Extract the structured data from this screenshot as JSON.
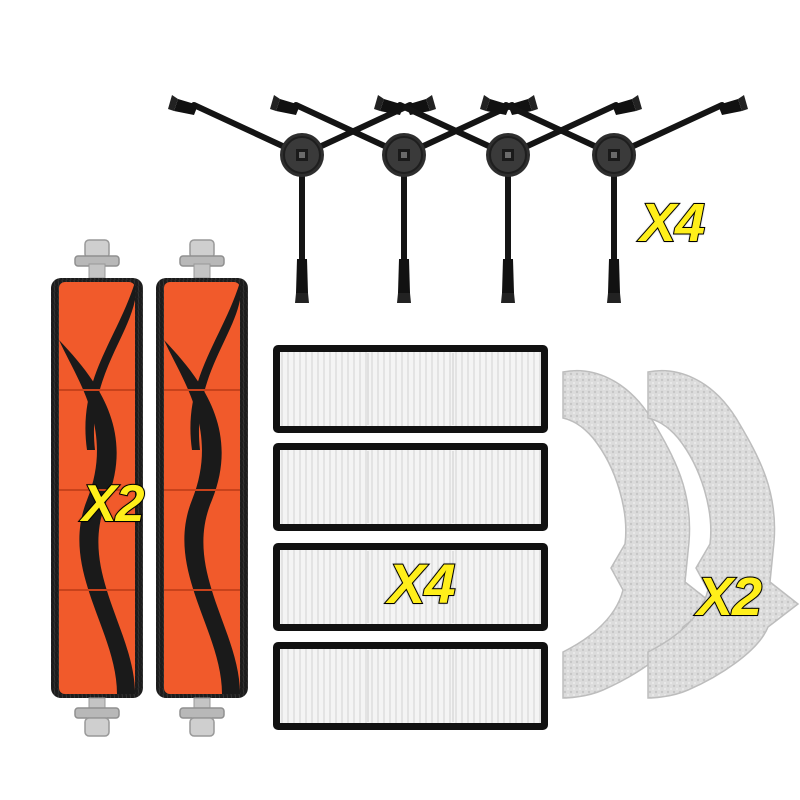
{
  "colors": {
    "brush_orange": "#f15a2b",
    "bristle_black": "#1a1a1a",
    "arm_black": "#141414",
    "hub_grey": "#3a3a3a",
    "cap_grey": "#b9b9b9",
    "filter_frame": "#111111",
    "filter_media": "#f3f3f3",
    "mop_cloth": "#d9d9d9",
    "label_fill": "#ffef1a",
    "label_stroke": "#000000"
  },
  "products": {
    "side_brush": {
      "quantity_label": "X4",
      "count": 4,
      "icon": "side-brush-icon"
    },
    "main_brush": {
      "quantity_label": "X2",
      "count": 2,
      "icon": "roller-brush-icon"
    },
    "hepa_filter": {
      "quantity_label": "X4",
      "count": 4,
      "icon": "filter-icon"
    },
    "mop_pad": {
      "quantity_label": "X2",
      "count": 2,
      "icon": "mop-pad-icon"
    }
  }
}
